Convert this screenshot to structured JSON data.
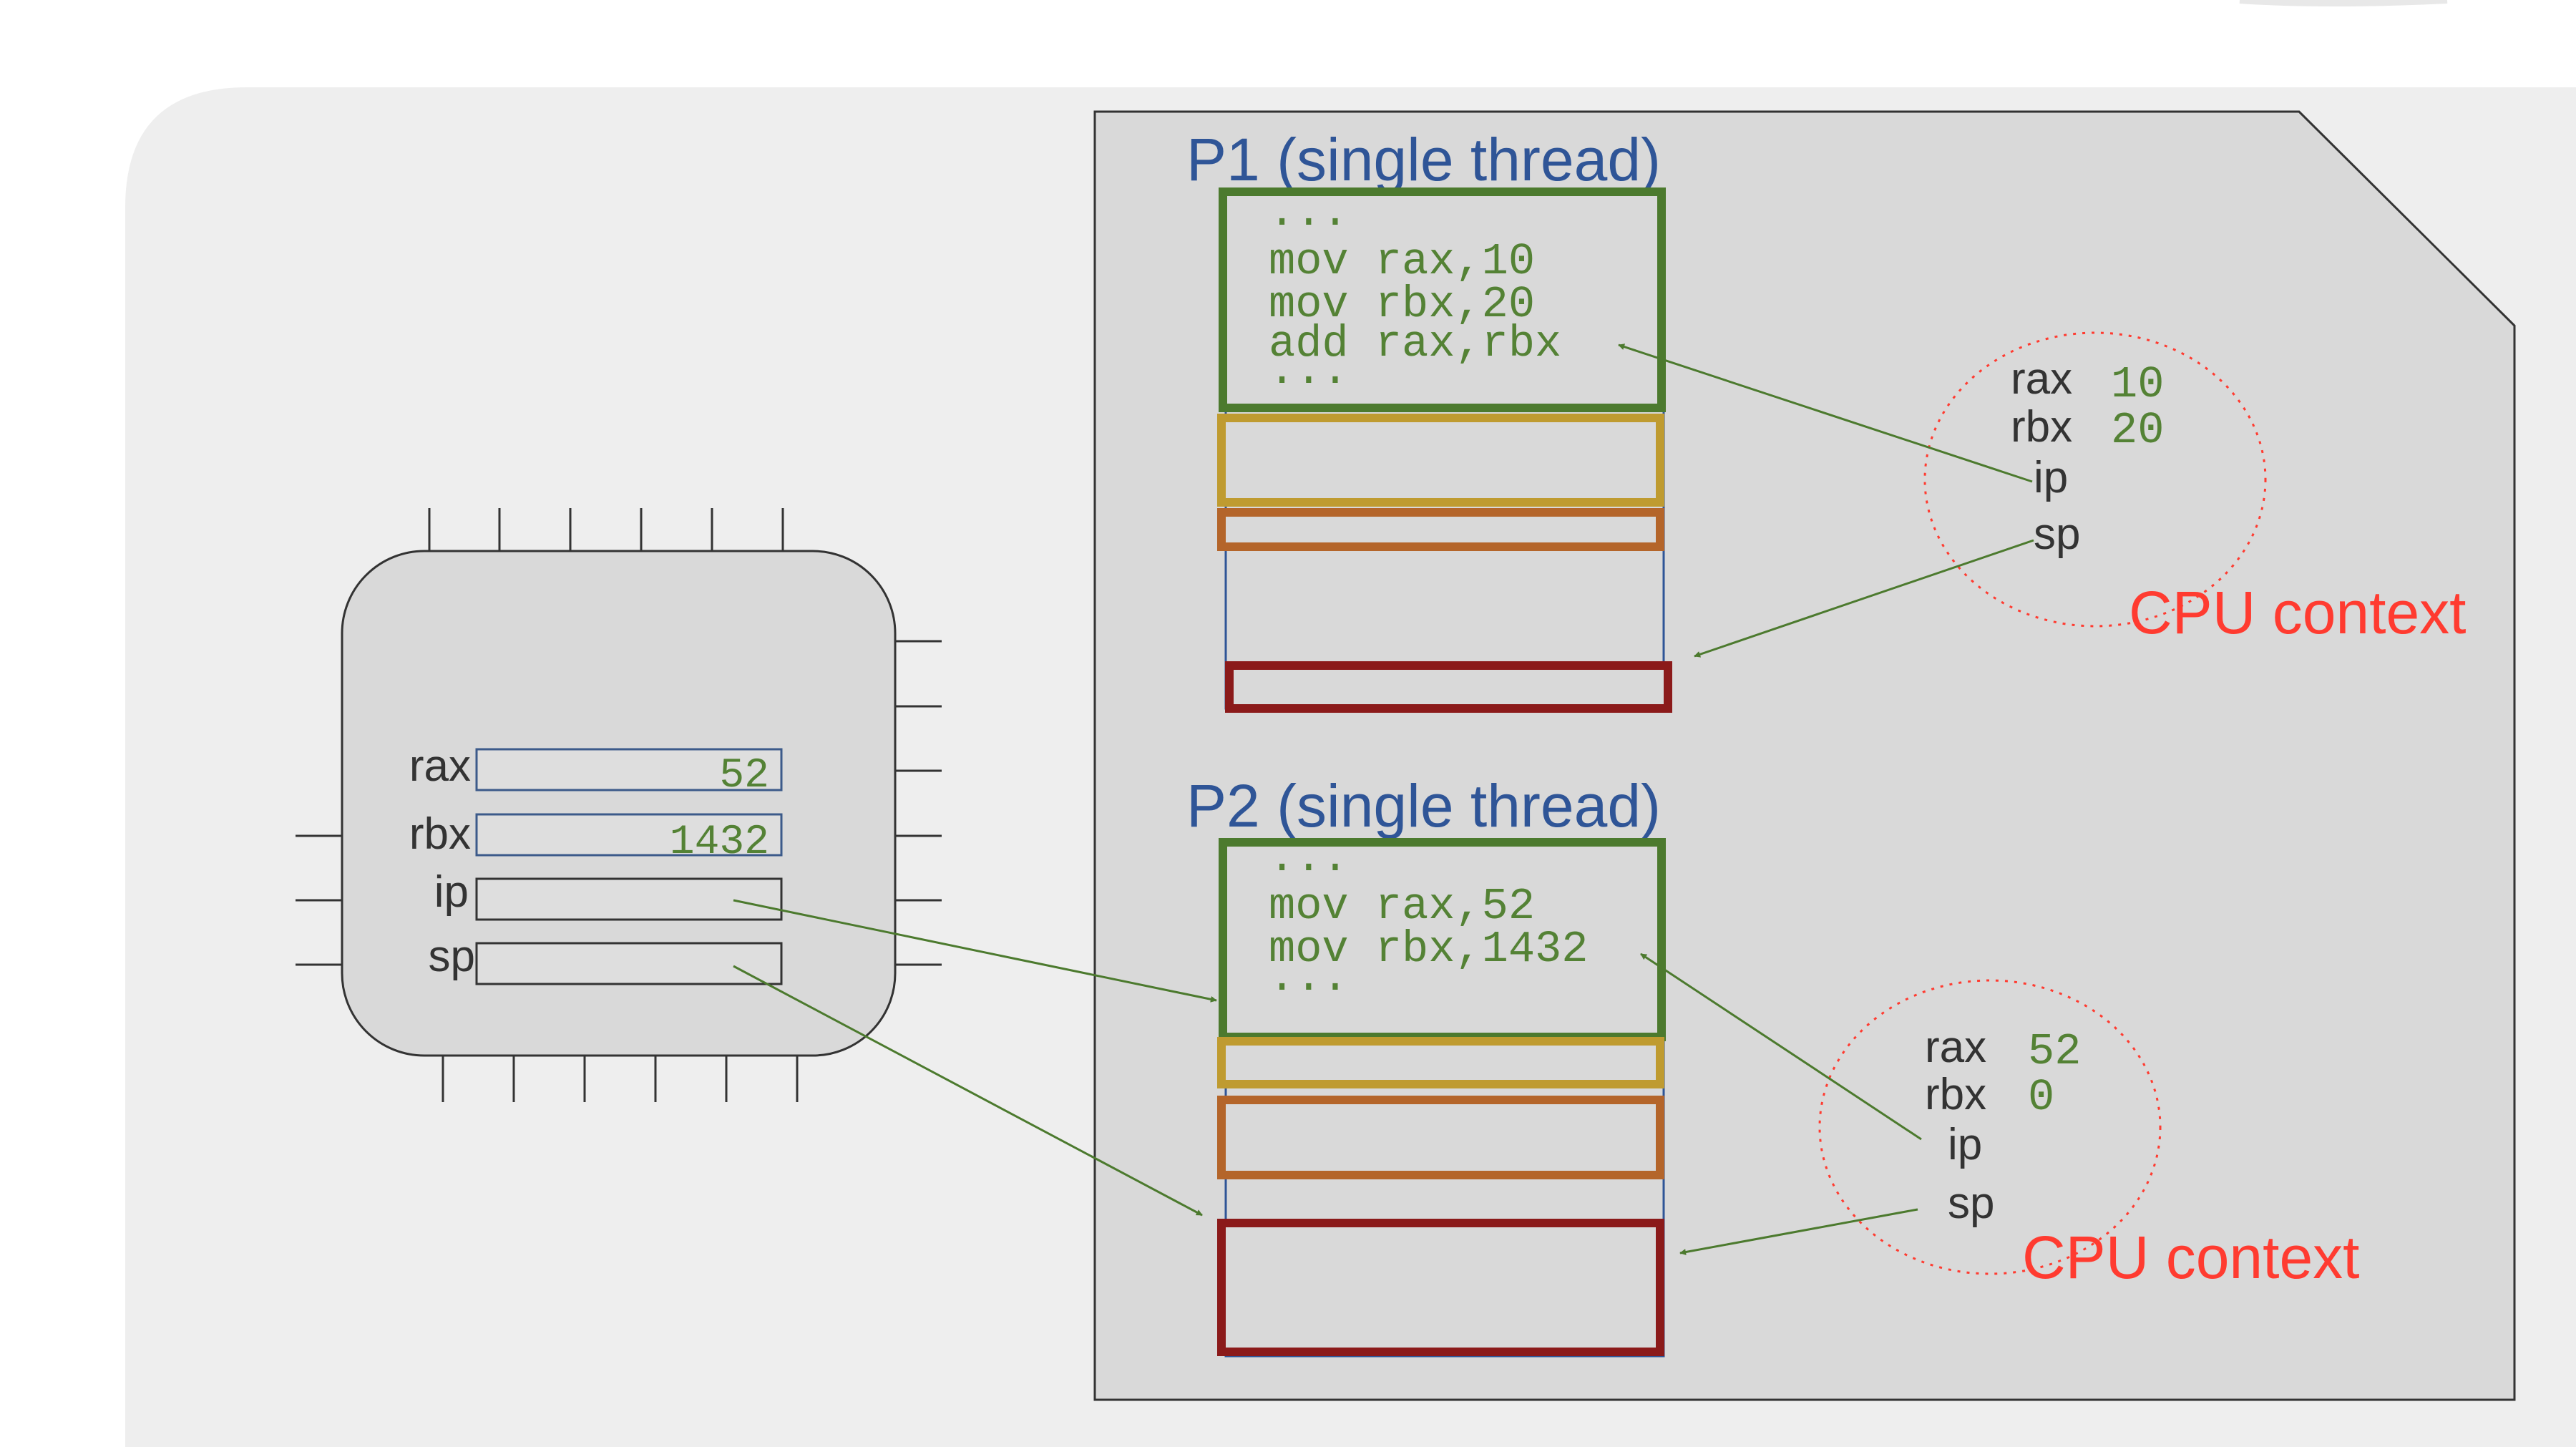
{
  "colors": {
    "background": "#ffffff",
    "card": "#eeeeee",
    "panel": "#d9d9d9",
    "title_blue": "#2f5597",
    "code_green": "#548235",
    "box_green": "#4c7a2e",
    "box_gold": "#bf9b30",
    "box_orange": "#b4652a",
    "box_red": "#8b1a1a",
    "context_red": "#ff3b30",
    "arrow_green": "#4c7a2e",
    "text_dark": "#333333"
  },
  "cpu": {
    "registers": [
      {
        "name": "rax",
        "value": "52"
      },
      {
        "name": "rbx",
        "value": "1432"
      },
      {
        "name": "ip",
        "value": ""
      },
      {
        "name": "sp",
        "value": ""
      }
    ]
  },
  "p1": {
    "title": "P1 (single thread)",
    "code": [
      "...",
      "mov rax,10",
      "mov rbx,20",
      "add rax,rbx",
      "..."
    ],
    "context": {
      "label": "CPU context",
      "registers": [
        {
          "name": "rax",
          "value": "10"
        },
        {
          "name": "rbx",
          "value": "20"
        },
        {
          "name": "ip",
          "value": ""
        },
        {
          "name": "sp",
          "value": ""
        }
      ]
    }
  },
  "p2": {
    "title": "P2 (single thread)",
    "code": [
      "...",
      "mov rax,52",
      "mov rbx,1432",
      "..."
    ],
    "context": {
      "label": "CPU context",
      "registers": [
        {
          "name": "rax",
          "value": "52"
        },
        {
          "name": "rbx",
          "value": "0"
        },
        {
          "name": "ip",
          "value": ""
        },
        {
          "name": "sp",
          "value": ""
        }
      ]
    }
  }
}
